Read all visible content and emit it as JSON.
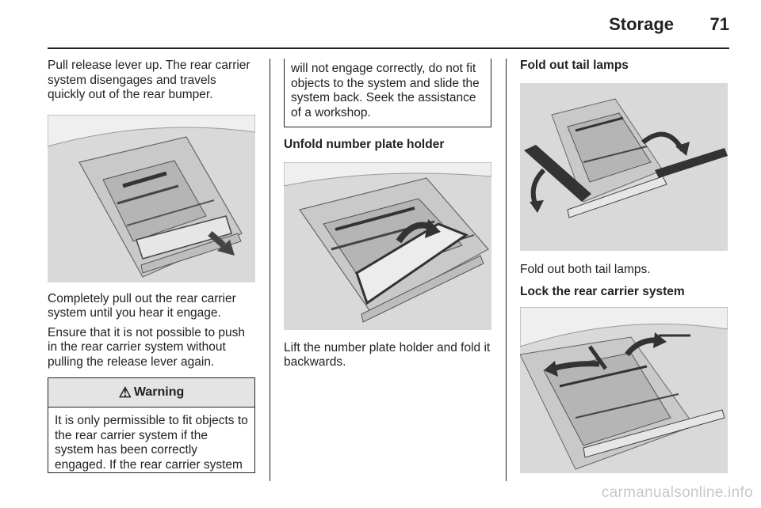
{
  "header": {
    "title": "Storage",
    "page_number": "71"
  },
  "col1": {
    "para1": "Pull release lever up. The rear carrier system disengages and travels quickly out of the rear bumper.",
    "para2": "Completely pull out the rear carrier system until you hear it engage.",
    "para3": "Ensure that it is not possible to push in the rear carrier system without pulling the release lever again.",
    "warning": {
      "icon": "warning-triangle-icon",
      "title": "Warning",
      "body": "It is only permissible to fit objects to the rear carrier system if the system has been correctly engaged. If the rear carrier system"
    }
  },
  "col2": {
    "warning_continued": "will not engage correctly, do not fit objects to the system and slide the system back. Seek the assistance of a workshop.",
    "heading": "Unfold number plate holder",
    "para": "Lift the number plate holder and fold it backwards."
  },
  "col3": {
    "heading1": "Fold out tail lamps",
    "para1": "Fold out both tail lamps.",
    "heading2": "Lock the rear carrier system"
  },
  "watermark": "carmanualsonline.info",
  "colors": {
    "figure_bg": "#d9d9d9",
    "text": "#222222",
    "watermark": "#c8c8c8"
  }
}
